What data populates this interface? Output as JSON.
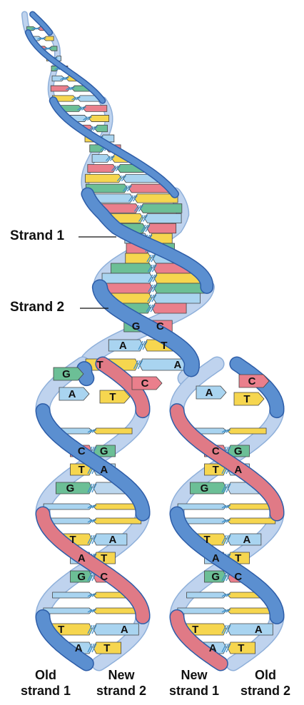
{
  "callouts": {
    "strand1": "Strand 1",
    "strand2": "Strand 2"
  },
  "labels": {
    "old_strand_1": {
      "line1": "Old",
      "line2": "strand 1"
    },
    "new_strand_2": {
      "line1": "New",
      "line2": "strand 2"
    },
    "new_strand_1": {
      "line1": "New",
      "line2": "strand 1"
    },
    "old_strand_2": {
      "line1": "Old",
      "line2": "strand 2"
    }
  },
  "parent_pairs": [
    [
      "G",
      "C"
    ],
    [
      "A",
      "T"
    ],
    [
      "T",
      "A"
    ]
  ],
  "fork_bases": {
    "left_strand": [
      "G",
      "A",
      "T"
    ],
    "parent_bottom": "C",
    "right_strand": [
      "C",
      "A",
      "T"
    ]
  },
  "left_daughter_pairs": [
    [
      "C",
      "G"
    ],
    [
      "T",
      "A"
    ],
    [
      "G",
      ""
    ],
    [
      "T",
      "A"
    ],
    [
      "A",
      "T"
    ],
    [
      "G",
      "C"
    ],
    [
      "T",
      "A"
    ],
    [
      "A",
      "T"
    ]
  ],
  "right_daughter_pairs": [
    [
      "C",
      "G"
    ],
    [
      "T",
      "A"
    ],
    [
      "G",
      ""
    ],
    [
      "T",
      "A"
    ],
    [
      "A",
      "T"
    ],
    [
      "G",
      "C"
    ],
    [
      "T",
      "A"
    ],
    [
      "A",
      "T"
    ]
  ],
  "colors": {
    "blue_strand": "#5b8fd0",
    "blue_strand_light": "#cfe0f3",
    "pink_strand": "#e07a86",
    "pink_strand_light": "#f6d1d5",
    "base_A": "#a9d4f0",
    "base_T": "#f6d64f",
    "base_G": "#6cbf96",
    "base_C": "#ea7f8c",
    "hbond": "#3f8fc8"
  }
}
